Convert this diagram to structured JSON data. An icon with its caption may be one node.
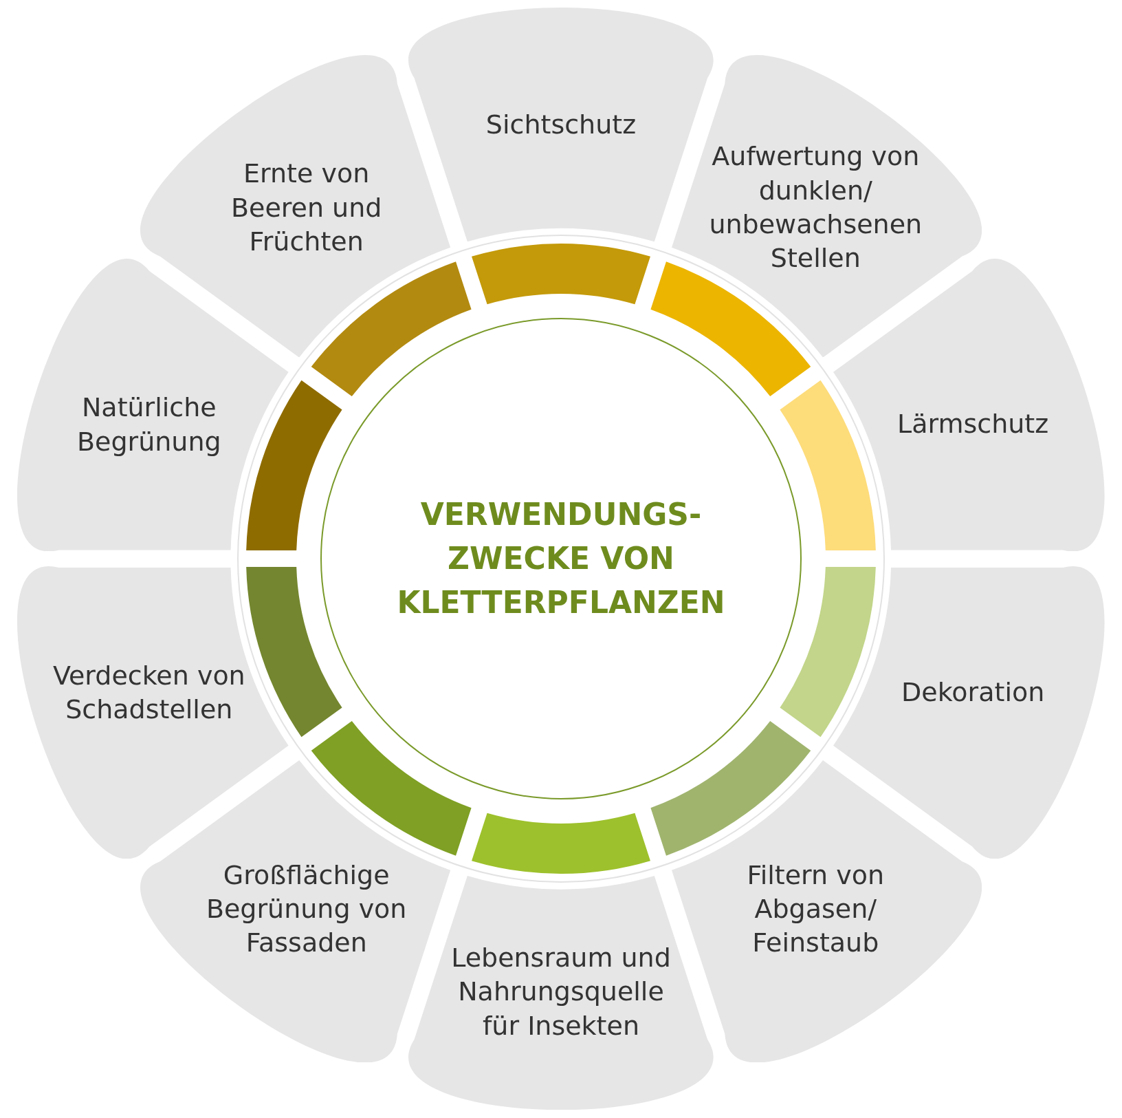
{
  "diagram": {
    "nodes": [
      {
        "text": [
          "VERWENDUNGS- ZWECKE VON KLETTERPFLANZEN"
        ]
      },
      {
        "text": [
          "Sichtschutz"
        ]
      },
      {
        "text": [
          "Aufwertung von dunklen/ unbewachsenen Stellen"
        ]
      },
      {
        "text": [
          "Lärmschutz"
        ]
      },
      {
        "text": [
          "Dekoration"
        ]
      },
      {
        "text": [
          "Filtern von Abgasen/ Feinstaub"
        ]
      },
      {
        "text": [
          "Lebensraum und Nahrungsquelle für Insekten"
        ]
      },
      {
        "text": [
          "Großflächige Begrünung von Fassaden"
        ]
      },
      {
        "text": [
          "Verdecken von Schadstellen"
        ]
      },
      {
        "text": [
          "Natürliche Begrünung"
        ]
      },
      {
        "text": [
          "Ernte von Beeren und Früchten"
        ]
      }
    ]
  }
}
